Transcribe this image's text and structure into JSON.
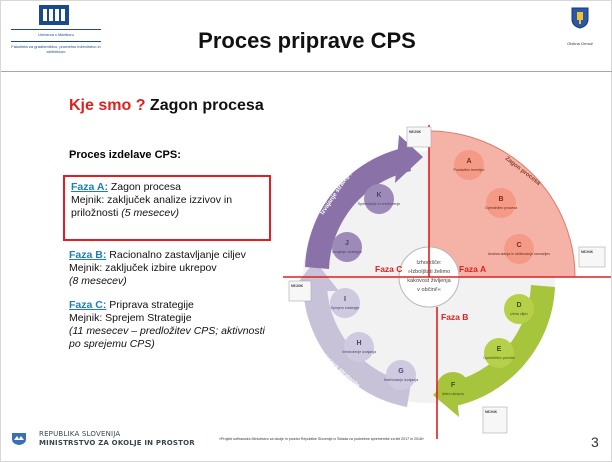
{
  "header": {
    "logo_left": {
      "university": "Univerza v Mariboru",
      "faculty": "Fakulteta za gradbeništvo, prometno inženirstvo in arhitekturo"
    },
    "title": "Proces priprave CPS",
    "logo_right": {
      "name": "Občina Ormož"
    }
  },
  "content": {
    "subtitle_question": "Kje smo ?",
    "subtitle_rest": "Zagon procesa",
    "process_heading": "Proces izdelave CPS:",
    "phases": [
      {
        "label": "Faza A:",
        "title": "Zagon procesa",
        "milestone": "Mejnik: zaključek analize izzivov in priložnosti",
        "duration": "(5 mesecev)"
      },
      {
        "label": "Faza B:",
        "title": "Racionalno zastavljanje ciljev",
        "milestone": "Mejnik: zaključek izbire ukrepov",
        "duration": "(8 mesecev)"
      },
      {
        "label": "Faza C:",
        "title": "Priprava strategije",
        "milestone": "Mejnik: Sprejem Strategije",
        "duration": "(11 mesecev – predložitev CPS; aktivnosti po sprejemu CPS)"
      }
    ]
  },
  "diagram": {
    "center_text": [
      "Izhodišče:",
      "»Izboljšati želimo",
      "kakovost življenja",
      "v občini!«"
    ],
    "phase_markers": {
      "a": "Faza A",
      "b": "Faza B",
      "c": "Faza C"
    },
    "arc_labels": {
      "top_right": "Zagon procesa",
      "bottom_right": "Racionalno zastavljanje ciljev",
      "bottom_left": "Priprava strategije",
      "top_left": "Izvajanje strategije"
    },
    "steps": [
      {
        "letter": "A",
        "text": "Postavitev temeljev"
      },
      {
        "letter": "B",
        "text": "Opredelitev procesa"
      },
      {
        "letter": "C",
        "text": "Analiza stanja in oblikovanje scenarijev"
      },
      {
        "letter": "D",
        "text": "Izbira ciljev"
      },
      {
        "letter": "E",
        "text": "Opredelitev prioritet"
      },
      {
        "letter": "F",
        "text": "Izbira ukrepov"
      },
      {
        "letter": "G",
        "text": "Načrtovanje izvajanja"
      },
      {
        "letter": "H",
        "text": "Vrednotenje izvajanja"
      },
      {
        "letter": "I",
        "text": "Sprejem strategije"
      },
      {
        "letter": "J",
        "text": "Izvajanje strategije"
      },
      {
        "letter": "K",
        "text": "Spremljanje in vrednotenje"
      }
    ],
    "milestones": [
      "MEJNIK",
      "MEJNIK",
      "MEJNIK",
      "MEJNIK"
    ],
    "colors": {
      "faza_a": "#f4a99a",
      "faza_b": "#a6c43c",
      "faza_c": "#b8b4cc",
      "purple_arrow": "#8a72a8",
      "marker": "#e02020"
    }
  },
  "footer": {
    "ministry_line1": "REPUBLIKA SLOVENIJA",
    "ministry_line2": "MINISTRSTVO ZA OKOLJE IN PROSTOR",
    "project": "»Projekt sofinancira Ministrstvo za okolje in prostor Republike Slovenije iz Sklada za podnebne spremembe za leti 2017 in 2018«",
    "page": "3"
  }
}
